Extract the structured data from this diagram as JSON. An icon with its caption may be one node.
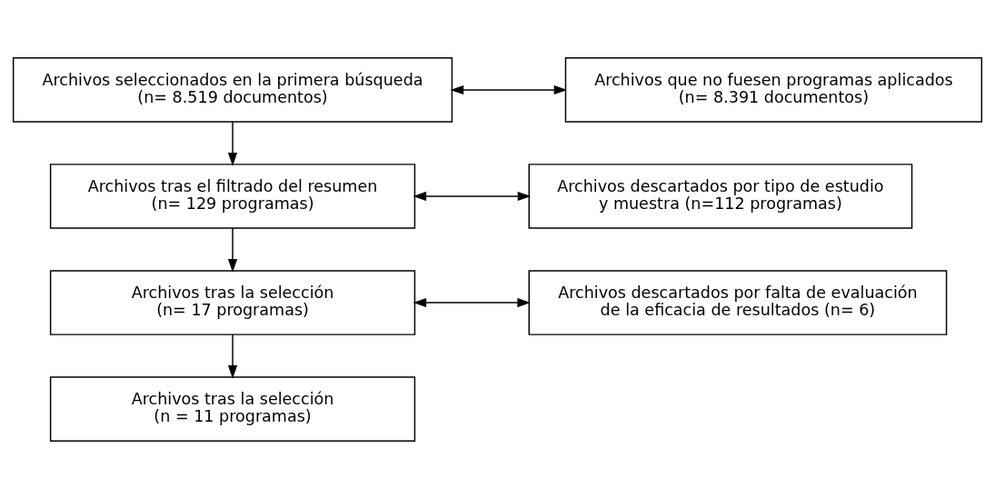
{
  "diagram": {
    "nodes": [
      {
        "text": [
          "Archivos seleccionados en la primera búsqueda",
          "(n= 8.519 documentos)"
        ]
      },
      {
        "text": [
          "Archivos que no fuesen programas aplicados",
          "(n= 8.391 documentos)"
        ]
      },
      {
        "text": [
          "Archivos tras el filtrado del resumen",
          "(n= 129 programas)"
        ]
      },
      {
        "text": [
          "Archivos descartados por tipo de estudio",
          "y muestra (n=112 programas)"
        ]
      },
      {
        "text": [
          "Archivos tras la selección",
          "(n= 17 programas)"
        ]
      },
      {
        "text": [
          "Archivos descartados por falta de evaluación",
          "de la eficacia de resultados (n= 6)"
        ]
      },
      {
        "text": [
          "Archivos tras la selección",
          "(n = 11 programas)"
        ]
      }
    ],
    "edges": [
      {
        "from": 0,
        "to": 1,
        "arrow": "both"
      },
      {
        "from": 0,
        "to": 2,
        "arrow": "to"
      },
      {
        "from": 2,
        "to": 3,
        "arrow": "both"
      },
      {
        "from": 2,
        "to": 4,
        "arrow": "to"
      },
      {
        "from": 4,
        "to": 5,
        "arrow": "both"
      },
      {
        "from": 4,
        "to": 6,
        "arrow": "to"
      }
    ]
  }
}
